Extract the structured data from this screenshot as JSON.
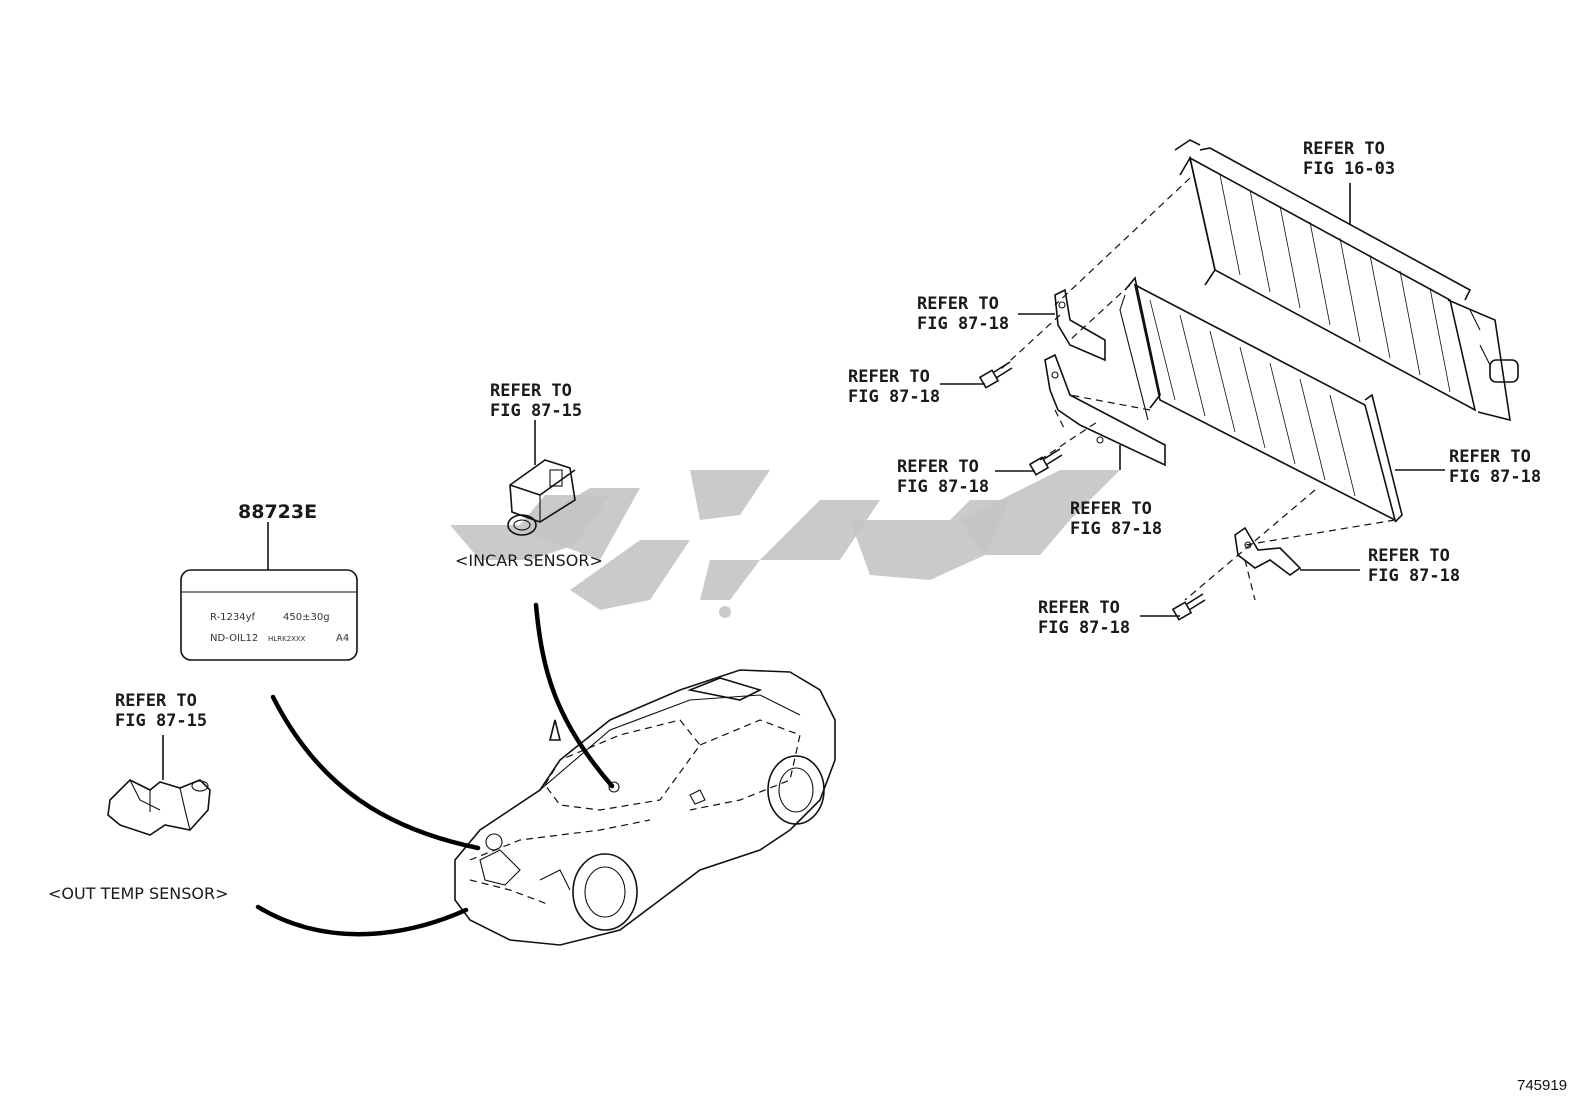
{
  "figure_number": "745919",
  "part_number": "88723E",
  "label_plate": {
    "line1_left": "R-1234yf",
    "line1_right": "450±30g",
    "line2_left": "ND-OIL12",
    "line2_mid": "HLRK2XXX",
    "line2_right": "A4"
  },
  "sensors": {
    "incar": "<INCAR SENSOR>",
    "out_temp": "<OUT TEMP SENSOR>"
  },
  "refs": {
    "incar_l1": "REFER TO",
    "incar_l2": "FIG 87-15",
    "outtemp_l1": "REFER TO",
    "outtemp_l2": "FIG 87-15",
    "radiator_l1": "REFER TO",
    "radiator_l2": "FIG 16-03",
    "bracket_upper_l1": "REFER TO",
    "bracket_upper_l2": "FIG 87-18",
    "bolt_upper_l1": "REFER TO",
    "bolt_upper_l2": "FIG 87-18",
    "bolt_mid_l1": "REFER TO",
    "bolt_mid_l2": "FIG 87-18",
    "bracket_mid_l1": "REFER TO",
    "bracket_mid_l2": "FIG 87-18",
    "condenser_l1": "REFER TO",
    "condenser_l2": "FIG 87-18",
    "bracket_lower_l1": "REFER TO",
    "bracket_lower_l2": "FIG 87-18",
    "bolt_lower_l1": "REFER TO",
    "bolt_lower_l2": "FIG 87-18"
  },
  "watermark_icon": "brand-watermark-logo"
}
